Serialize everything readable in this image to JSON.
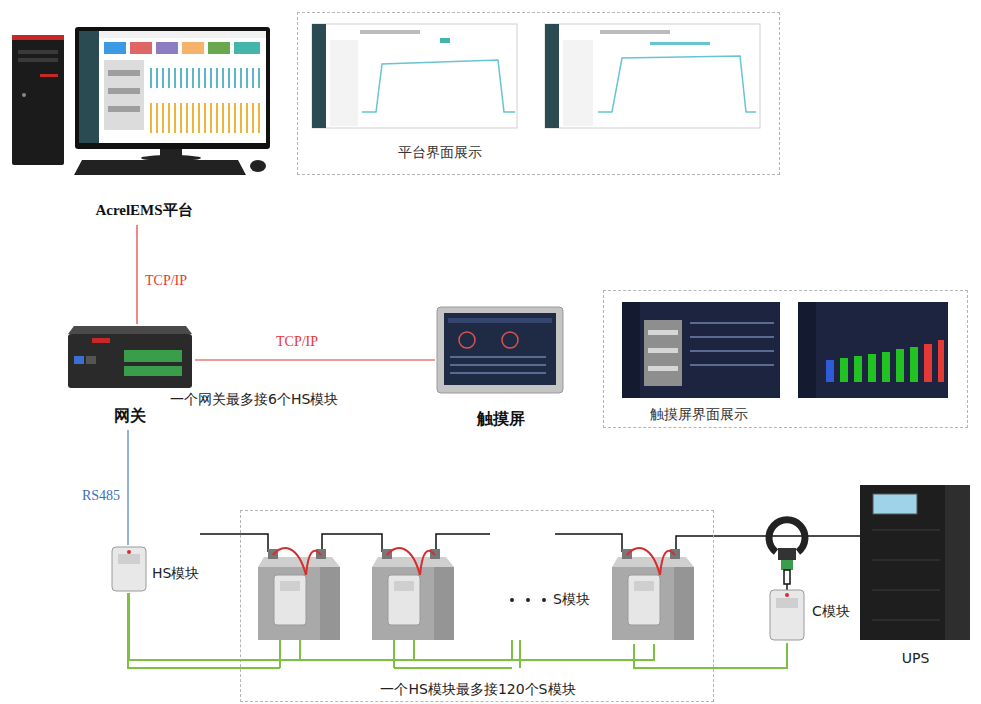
{
  "diagram": {
    "nodes": [
      {
        "text": [
          "AcrelEMS平台"
        ]
      },
      {
        "text": [
          "平台界面展示"
        ]
      },
      {
        "text": [
          "网关"
        ]
      },
      {
        "text": [
          "触摸屏"
        ]
      },
      {
        "text": [
          "触摸屏界面展示"
        ]
      },
      {
        "text": [
          "HS模块"
        ]
      },
      {
        "text": [
          "一个HS模块最多接120个S模块"
        ]
      },
      {
        "text": [
          "S模块"
        ],
        "in": 6
      },
      {
        "text": [
          "C模块"
        ]
      },
      {
        "text": [
          "UPS"
        ]
      }
    ],
    "edges": [
      {
        "from": 0,
        "to": 2,
        "label": "TCP/IP",
        "arrow": "none"
      },
      {
        "from": 2,
        "to": 3,
        "label": "TCP/IP",
        "arrow": "none"
      },
      {
        "from": 2,
        "to": 5,
        "label": "RS485",
        "arrow": "none"
      },
      {
        "from": 5,
        "to": 7,
        "arrow": "none"
      },
      {
        "from": 7,
        "to": 8,
        "arrow": "none"
      }
    ],
    "labels": [
      "一个网关最多接6个HS模块"
    ]
  }
}
